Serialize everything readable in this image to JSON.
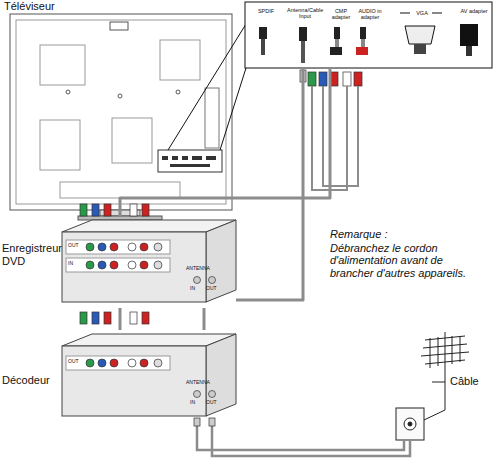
{
  "diagram": {
    "nodes": [
      {
        "text": [
          "Téléviseur"
        ]
      },
      {
        "text": [
          "SPDIF",
          "Antenna/Cable Input",
          "CMP adapter",
          "AUDIO in adapter",
          "VGA",
          "AV adapter"
        ]
      },
      {
        "text": [
          "Enregistreur DVD"
        ]
      },
      {
        "text": [
          "Décodeur"
        ]
      }
    ],
    "edges": [
      {
        "from": 1,
        "to": 2,
        "arrow": "none"
      },
      {
        "from": 1,
        "to": 2,
        "arrow": "none"
      },
      {
        "from": 2,
        "to": 3,
        "arrow": "none"
      },
      {
        "from": 2,
        "to": 3,
        "arrow": "none"
      }
    ],
    "labels": [
      "Remarque :",
      "Débranchez le cordon d'alimentation avant de brancher d'autres appareils.",
      "Câble",
      "OUT",
      "IN",
      "ANTENNA",
      "IN",
      "OUT",
      "OUT",
      "ANTENNA",
      "IN",
      "OUT"
    ]
  }
}
